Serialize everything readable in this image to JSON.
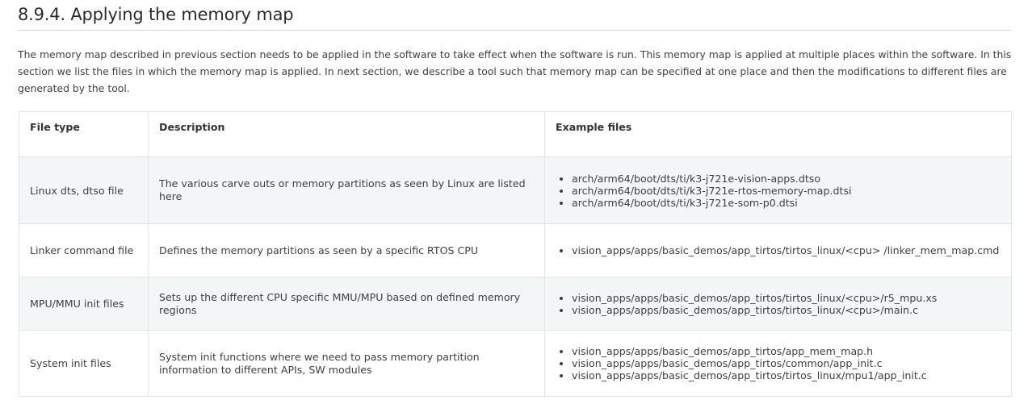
{
  "section": {
    "title": "8.9.4. Applying the memory map",
    "intro": "The memory map described in previous section needs to be applied in the software to take effect when the software is run. This memory map is applied at multiple places within the software. In this section we list the files in which the memory map is applied. In next section, we describe a tool such that memory map can be specified at one place and then the modifications to different files are generated by the tool."
  },
  "table": {
    "headers": [
      "File type",
      "Description",
      "Example files"
    ],
    "rows": [
      {
        "file_type": "Linux dts, dtso file",
        "description": "The various carve outs or memory partitions as seen by Linux are listed here",
        "files": [
          "arch/arm64/boot/dts/ti/k3-j721e-vision-apps.dtso",
          "arch/arm64/boot/dts/ti/k3-j721e-rtos-memory-map.dtsi",
          "arch/arm64/boot/dts/ti/k3-j721e-som-p0.dtsi"
        ]
      },
      {
        "file_type": "Linker command file",
        "description": "Defines the memory partitions as seen by a specific RTOS CPU",
        "files": [
          "vision_apps/apps/basic_demos/app_tirtos/tirtos_linux/<cpu> /linker_mem_map.cmd"
        ]
      },
      {
        "file_type": "MPU/MMU init files",
        "description": "Sets up the different CPU specific MMU/MPU based on defined memory regions",
        "files": [
          "vision_apps/apps/basic_demos/app_tirtos/tirtos_linux/<cpu>/r5_mpu.xs",
          "vision_apps/apps/basic_demos/app_tirtos/tirtos_linux/<cpu>/main.c"
        ]
      },
      {
        "file_type": "System init files",
        "description": "System init functions where we need to pass memory partition information to different APIs, SW modules",
        "files": [
          "vision_apps/apps/basic_demos/app_tirtos/app_mem_map.h",
          "vision_apps/apps/basic_demos/app_tirtos/common/app_init.c",
          "vision_apps/apps/basic_demos/app_tirtos/tirtos_linux/mpu1/app_init.c"
        ]
      }
    ]
  }
}
